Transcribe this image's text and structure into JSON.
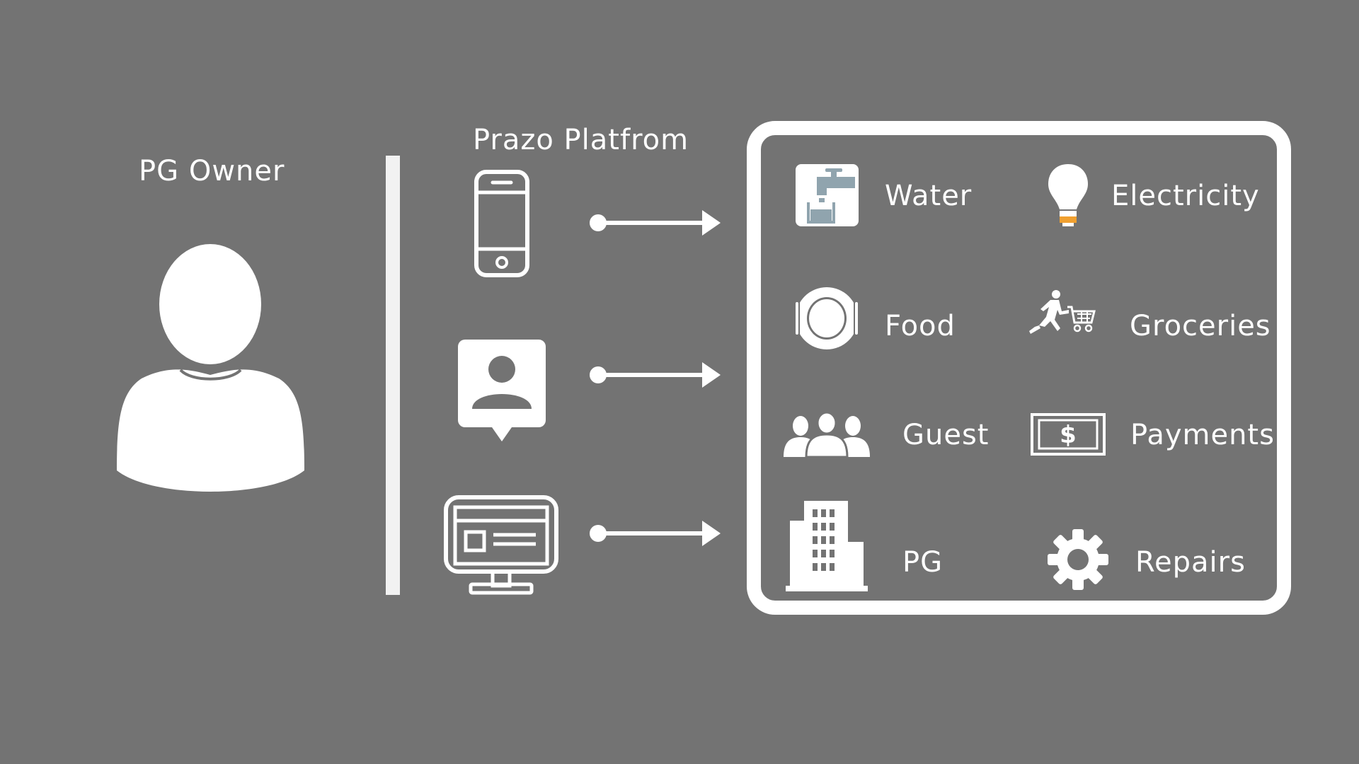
{
  "owner": {
    "title": "PG Owner",
    "icon": "person-silhouette-icon"
  },
  "platform": {
    "title": "Prazo Platfrom",
    "channels": [
      {
        "icon": "smartphone-icon"
      },
      {
        "icon": "contact-card-icon"
      },
      {
        "icon": "desktop-monitor-icon"
      }
    ]
  },
  "services": {
    "water": {
      "label": "Water",
      "icon": "water-tap-icon",
      "icon_color": "#90a4ae"
    },
    "electricity": {
      "label": "Electricity",
      "icon": "lightbulb-icon",
      "accent": "#f0a030"
    },
    "food": {
      "label": "Food",
      "icon": "plate-icon"
    },
    "groceries": {
      "label": "Groceries",
      "icon": "shopping-cart-runner-icon"
    },
    "guest": {
      "label": "Guest",
      "icon": "people-group-icon"
    },
    "payments": {
      "label": "Payments",
      "icon": "dollar-bill-icon"
    },
    "pg": {
      "label": "PG",
      "icon": "building-icon"
    },
    "repairs": {
      "label": "Repairs",
      "icon": "gear-icon"
    }
  },
  "colors": {
    "background": "#737373",
    "foreground": "#ffffff"
  }
}
